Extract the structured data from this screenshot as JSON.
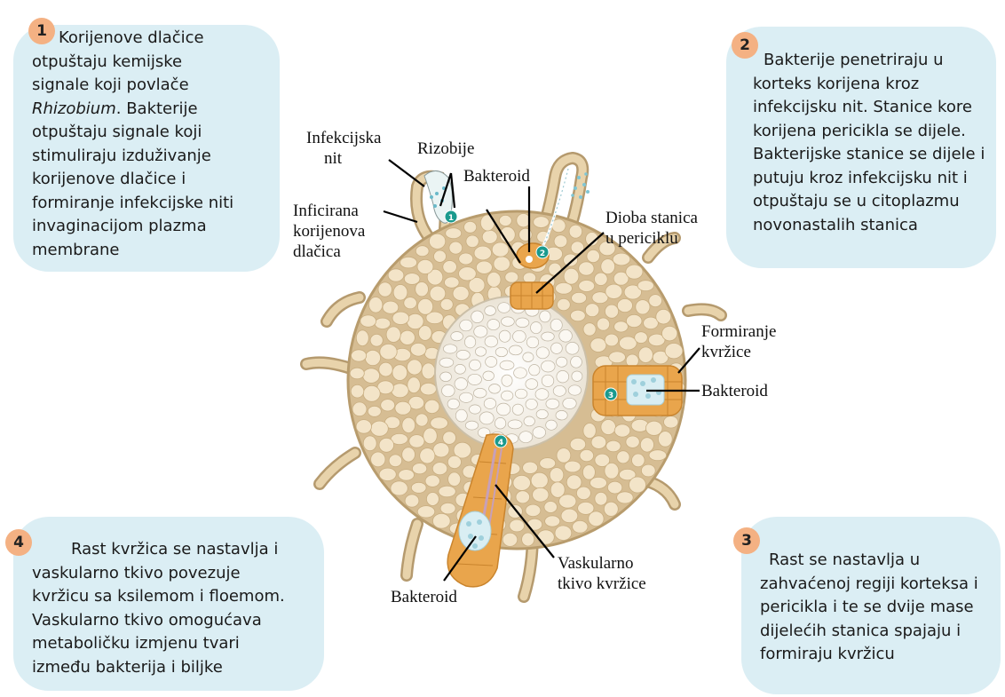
{
  "steps": {
    "s1": {
      "num": "1",
      "lines": [
        "Korijenove dlačice",
        "otpuštaju kemijske",
        "signale koji povlače",
        "Rhizobium",
        ". Bakterije",
        "otpuštaju signale koji",
        "stimuliraju izduživanje",
        "korijenove dlačice i",
        "formiranje infekcijske niti",
        "invaginacijom plazma",
        "membrane"
      ]
    },
    "s2": {
      "num": "2",
      "lines": [
        "Bakterije penetriraju u",
        "korteks korijena kroz",
        "infekcijsku nit. Stanice kore",
        "korijena pericikla se dijele.",
        "Bakterijske stanice se dijele i",
        "putuju kroz infekcijsku nit i",
        "otpuštaju se u citoplazmu",
        "novonastalih stanica"
      ]
    },
    "s3": {
      "num": "3",
      "lines": [
        "Rast se nastavlja u",
        "zahvaćenoj regiji korteksa i",
        "pericikla i te se dvije mase",
        "dijelećih stanica spajaju i",
        "formiraju kvržicu"
      ]
    },
    "s4": {
      "num": "4",
      "lines": [
        "Rast kvržica se nastavlja i",
        "vaskularno tkivo povezuje",
        "kvržicu sa ksilemom i floemom.",
        "Vaskularno tkivo omogućava",
        "metaboličku izmjenu tvari",
        "između bakterija i biljke"
      ]
    }
  },
  "labels": {
    "infekcijska_1": "Infekcijska",
    "infekcijska_2": "nit",
    "rizobije": "Rizobije",
    "bakteroid_top": "Bakteroid",
    "inficirana_1": "Inficirana",
    "inficirana_2": "korijenova",
    "inficirana_3": "dlačica",
    "dioba_1": "Dioba stanica",
    "dioba_2": "u periciklu",
    "formiranje_1": "Formiranje",
    "formiranje_2": "kvržice",
    "bakteroid_right": "Bakteroid",
    "vaskularno_1": "Vaskularno",
    "vaskularno_2": "tkivo kvržice",
    "bakteroid_bottom": "Bakteroid"
  },
  "markers": {
    "m1": "1",
    "m2": "2",
    "m3": "3",
    "m4": "4"
  },
  "colors": {
    "box_bg": "#dbeef4",
    "badge": "#f4b183",
    "cortex_cell": "#f3e4c8",
    "cortex_bg": "#d6bd93",
    "nodule": "#e9a54c",
    "marker": "#1a9a8e"
  }
}
